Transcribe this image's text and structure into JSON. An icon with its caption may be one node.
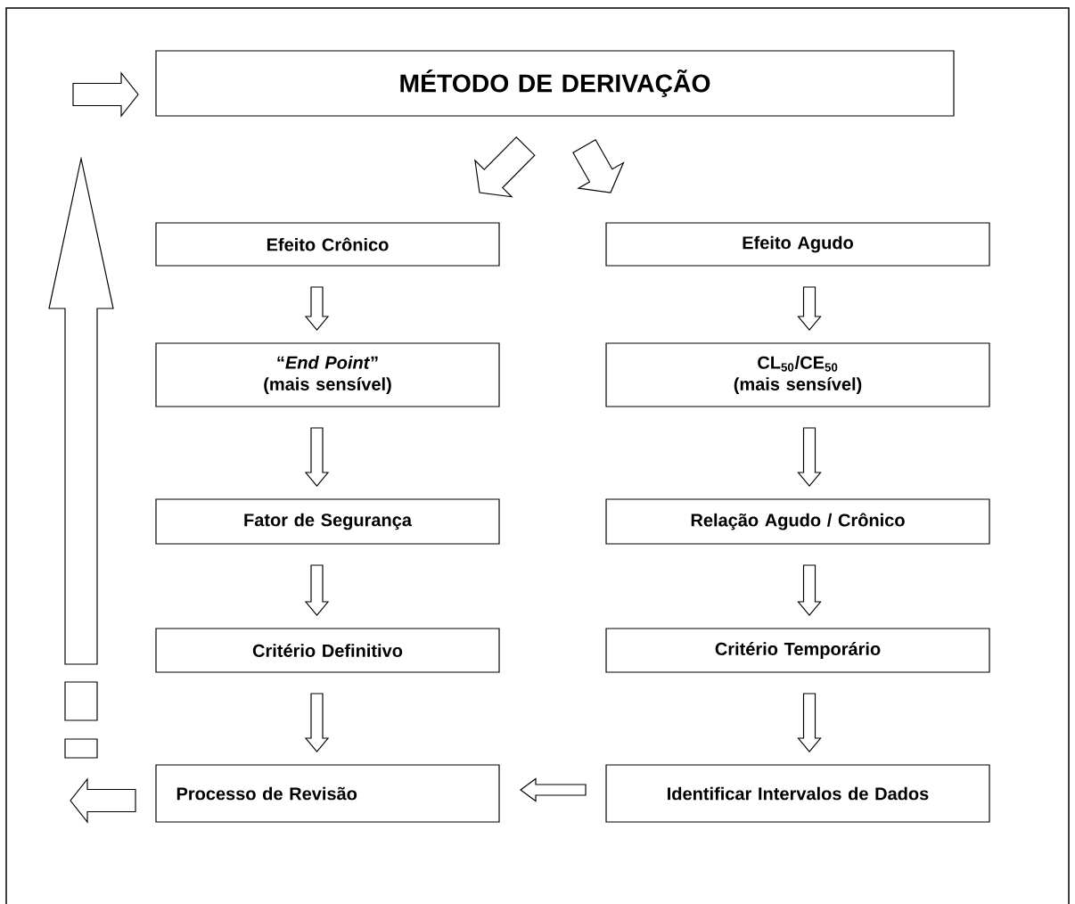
{
  "diagram": {
    "nodes": [
      {
        "text": [
          "MÉTODO DE DERIVAÇÃO"
        ]
      },
      {
        "text": [
          "Efeito Crônico"
        ]
      },
      {
        "text": [
          "Efeito Agudo"
        ]
      },
      {
        "text": [
          "“*End Point*”",
          "(mais sensível)"
        ]
      },
      {
        "text": [
          "CL$_{50}$/CE$_{50}$",
          "(mais sensível)"
        ]
      },
      {
        "text": [
          "Fator de Segurança"
        ]
      },
      {
        "text": [
          "Relação Agudo / Crônico"
        ]
      },
      {
        "text": [
          "Critério Definitivo"
        ]
      },
      {
        "text": [
          "Critério Temporário"
        ]
      },
      {
        "text": [
          "Processo de Revisão"
        ]
      },
      {
        "text": [
          "Identificar Intervalos de Dados"
        ]
      }
    ],
    "edges": [
      {
        "from": 0,
        "to": 1,
        "arrow": "to"
      },
      {
        "from": 0,
        "to": 2,
        "arrow": "to"
      },
      {
        "from": 1,
        "to": 3,
        "arrow": "to"
      },
      {
        "from": 3,
        "to": 5,
        "arrow": "to"
      },
      {
        "from": 5,
        "to": 7,
        "arrow": "to"
      },
      {
        "from": 7,
        "to": 9,
        "arrow": "to"
      },
      {
        "from": 2,
        "to": 4,
        "arrow": "to"
      },
      {
        "from": 4,
        "to": 6,
        "arrow": "to"
      },
      {
        "from": 6,
        "to": 8,
        "arrow": "to"
      },
      {
        "from": 8,
        "to": 10,
        "arrow": "to"
      },
      {
        "from": 10,
        "to": 9,
        "arrow": "to"
      },
      {
        "from": 9,
        "to": null,
        "arrow": "to"
      },
      {
        "from": null,
        "to": 0,
        "arrow": "to"
      }
    ]
  }
}
